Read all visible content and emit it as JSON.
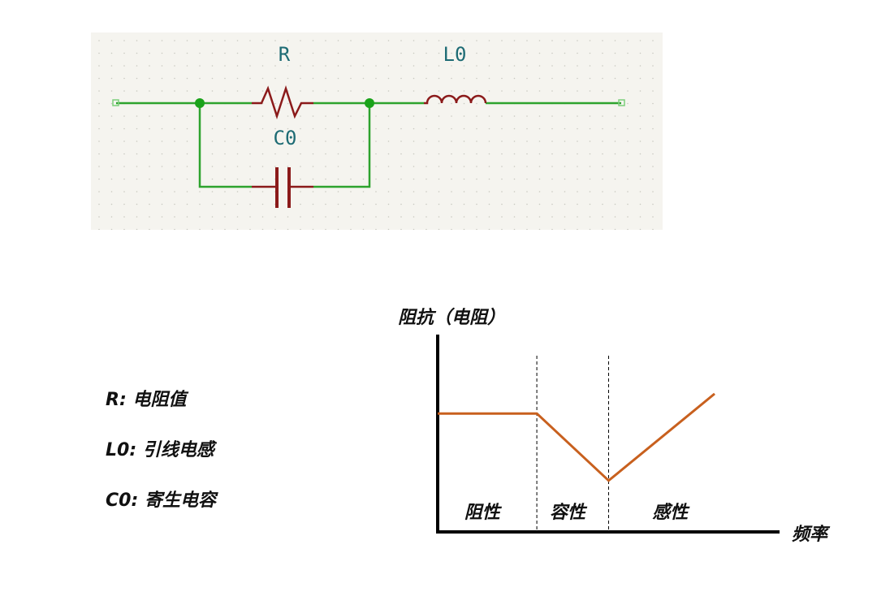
{
  "schematic": {
    "labels": {
      "resistor": "R",
      "capacitor": "C0",
      "inductor": "L0"
    },
    "colors": {
      "wire": "#2ea32e",
      "component": "#8b1a1a",
      "label": "#1d6b74",
      "background": "#f5f4ef"
    }
  },
  "legend": [
    {
      "symbol": "R:",
      "text": "电阻值"
    },
    {
      "symbol": "L0:",
      "text": "引线电感"
    },
    {
      "symbol": "C0:",
      "text": "寄生电容"
    }
  ],
  "chart_data": {
    "type": "line",
    "title": "",
    "ylabel": "阻抗（电阻）",
    "xlabel": "频率",
    "xlim": [
      0,
      10
    ],
    "ylim": [
      0,
      10
    ],
    "grid": false,
    "series": [
      {
        "name": "impedance",
        "color": "#c8601e",
        "x": [
          0,
          2.9,
          5.0,
          8.1
        ],
        "y": [
          6.0,
          6.0,
          2.6,
          7.0
        ]
      }
    ],
    "dividers": [
      2.9,
      5.0
    ],
    "regions": [
      {
        "label": "阻性",
        "x": 1.3
      },
      {
        "label": "容性",
        "x": 3.8
      },
      {
        "label": "感性",
        "x": 6.8
      }
    ]
  }
}
